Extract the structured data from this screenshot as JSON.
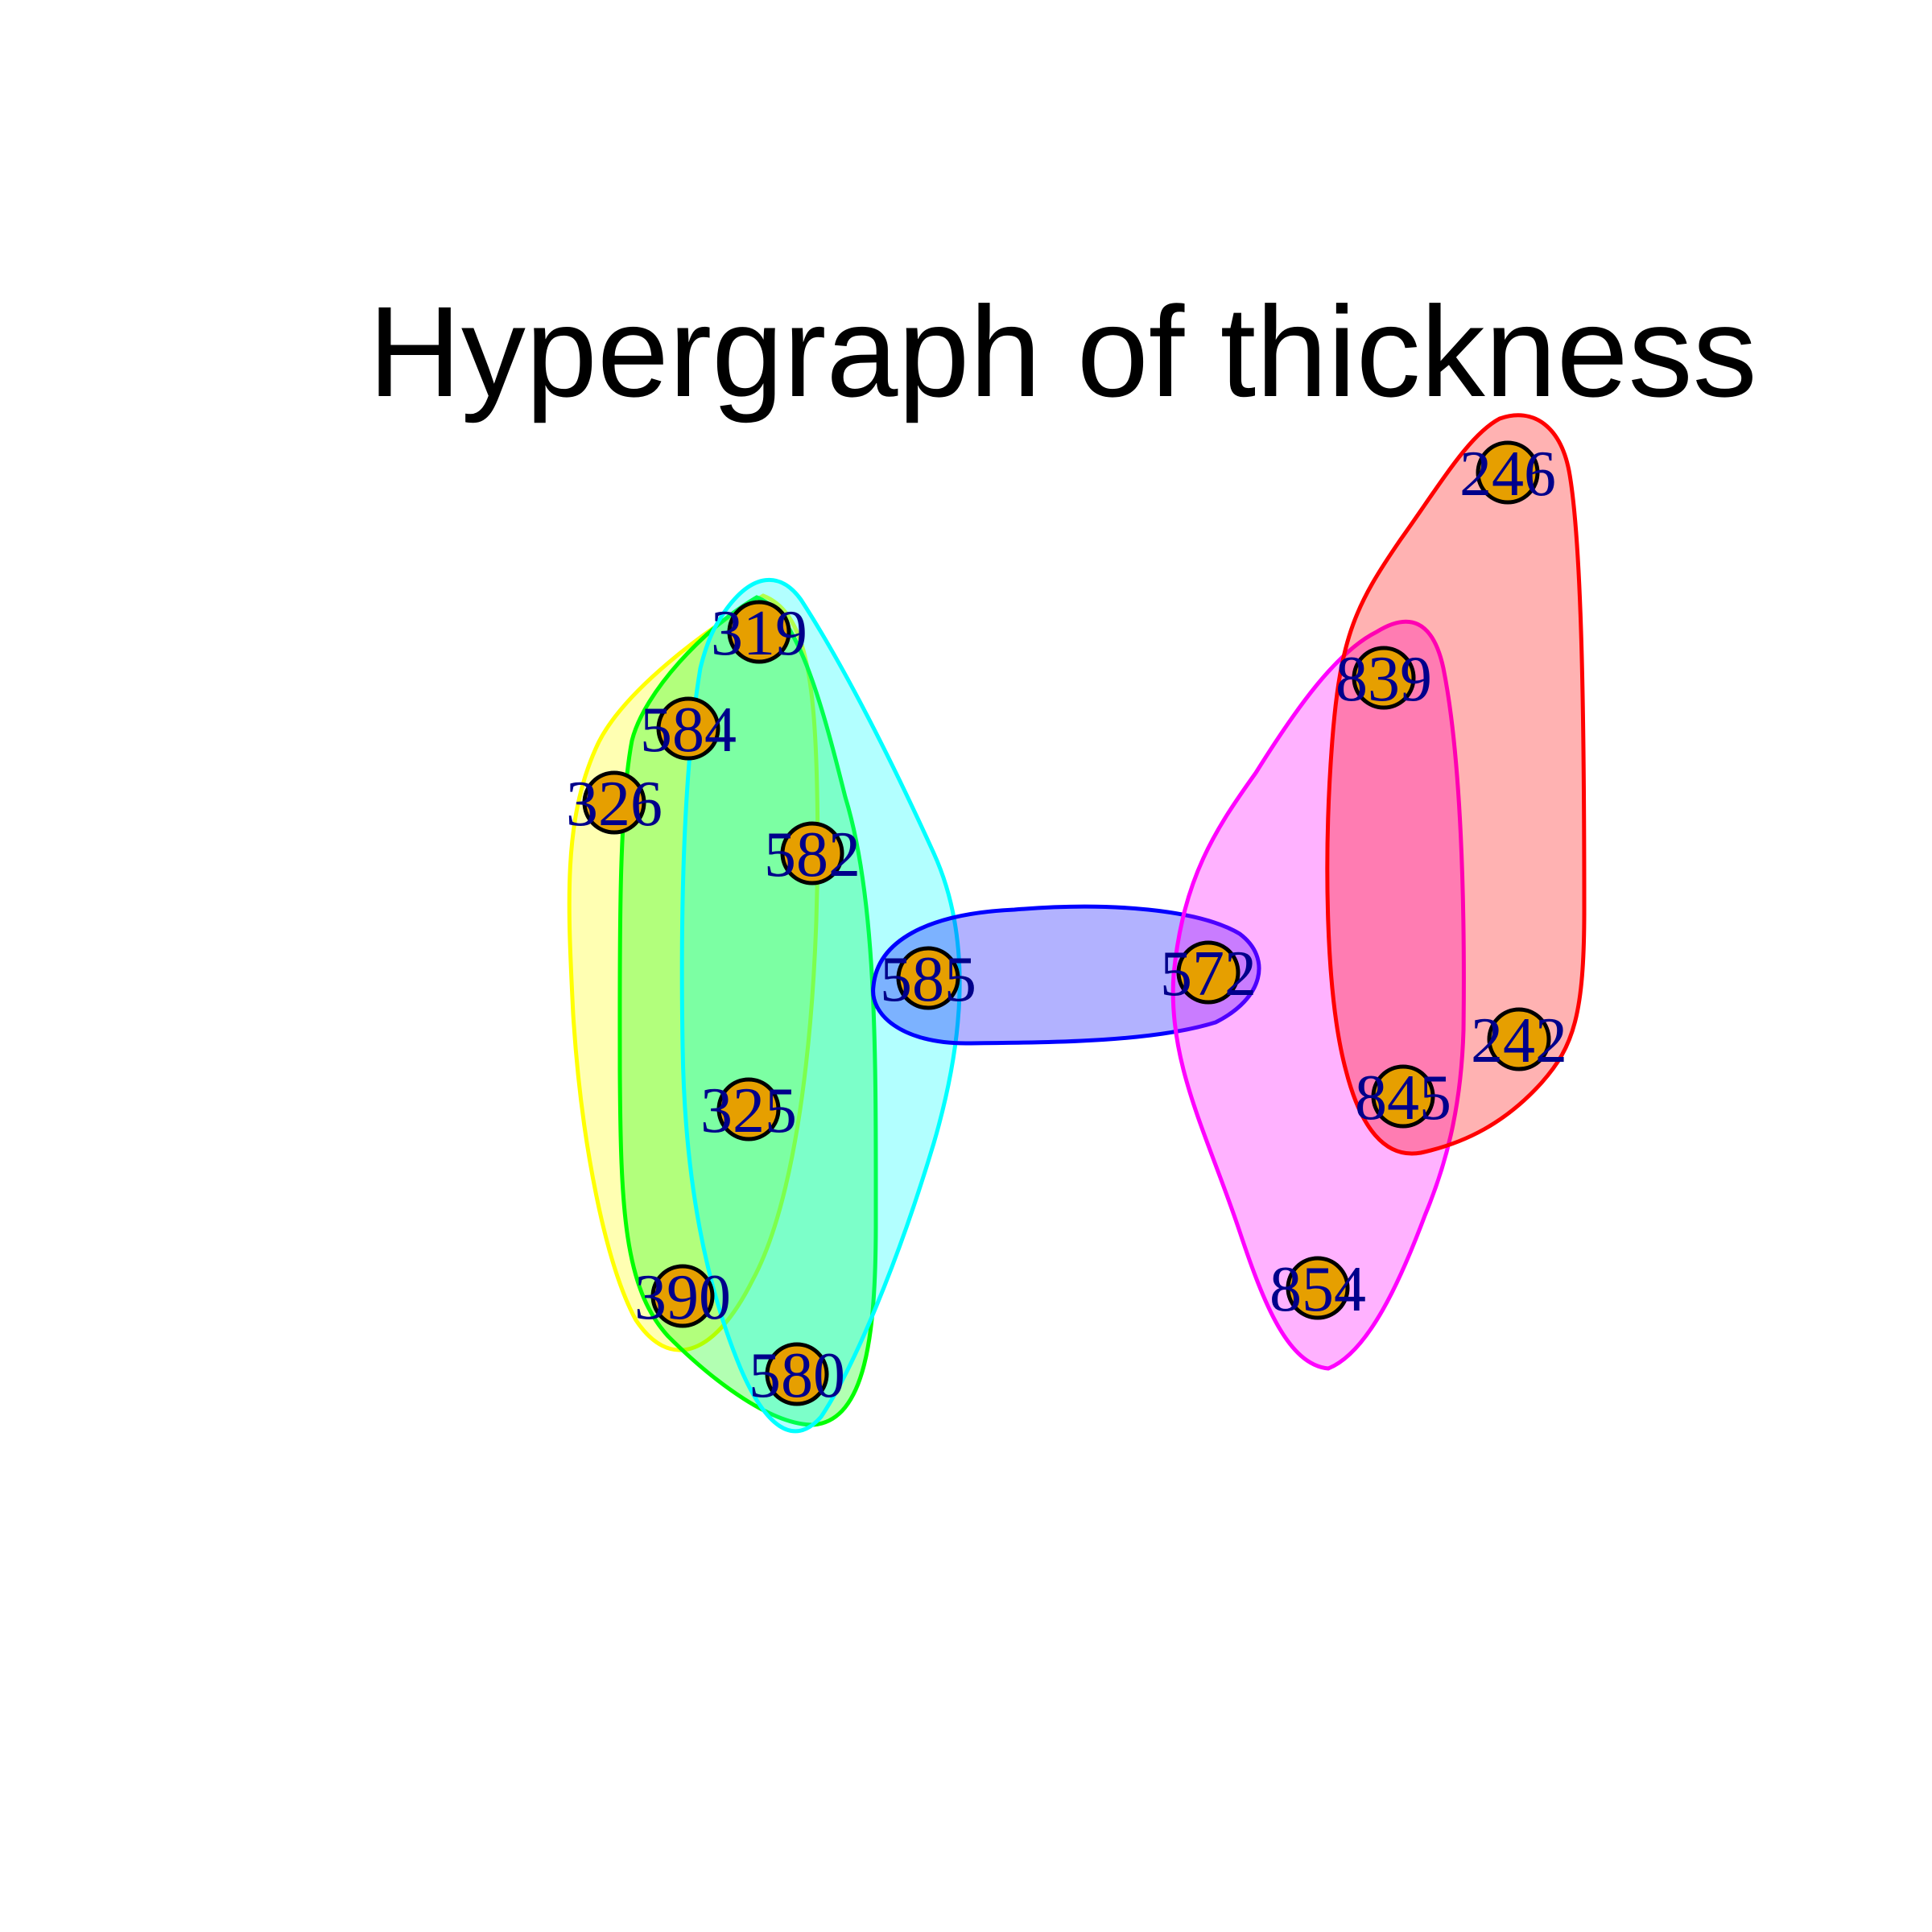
{
  "title": "Hypergraph of thickness",
  "vertices": [
    {
      "id": "319",
      "label": "319"
    },
    {
      "id": "584",
      "label": "584"
    },
    {
      "id": "326",
      "label": "326"
    },
    {
      "id": "582",
      "label": "582"
    },
    {
      "id": "585",
      "label": "585"
    },
    {
      "id": "325",
      "label": "325"
    },
    {
      "id": "390",
      "label": "390"
    },
    {
      "id": "580",
      "label": "580"
    },
    {
      "id": "572",
      "label": "572"
    },
    {
      "id": "246",
      "label": "246"
    },
    {
      "id": "839",
      "label": "839"
    },
    {
      "id": "242",
      "label": "242"
    },
    {
      "id": "845",
      "label": "845"
    },
    {
      "id": "854",
      "label": "854"
    }
  ],
  "hyperedges": [
    {
      "id": "yellow",
      "color": "#ffff00",
      "members": [
        "319",
        "584",
        "326",
        "325",
        "390"
      ]
    },
    {
      "id": "green",
      "color": "#00ff00",
      "members": [
        "319",
        "584",
        "582",
        "390",
        "580"
      ]
    },
    {
      "id": "cyan",
      "color": "#00ffff",
      "members": [
        "319",
        "582",
        "585",
        "325",
        "580"
      ]
    },
    {
      "id": "blue",
      "color": "#0000ff",
      "members": [
        "585",
        "572"
      ]
    },
    {
      "id": "magenta",
      "color": "#ff00ff",
      "members": [
        "572",
        "839",
        "845",
        "854"
      ]
    },
    {
      "id": "red",
      "color": "#ff0000",
      "members": [
        "246",
        "839",
        "242",
        "845"
      ]
    }
  ],
  "colors": {
    "vertex_fill": "#e69f00",
    "vertex_label": "#00008b"
  }
}
